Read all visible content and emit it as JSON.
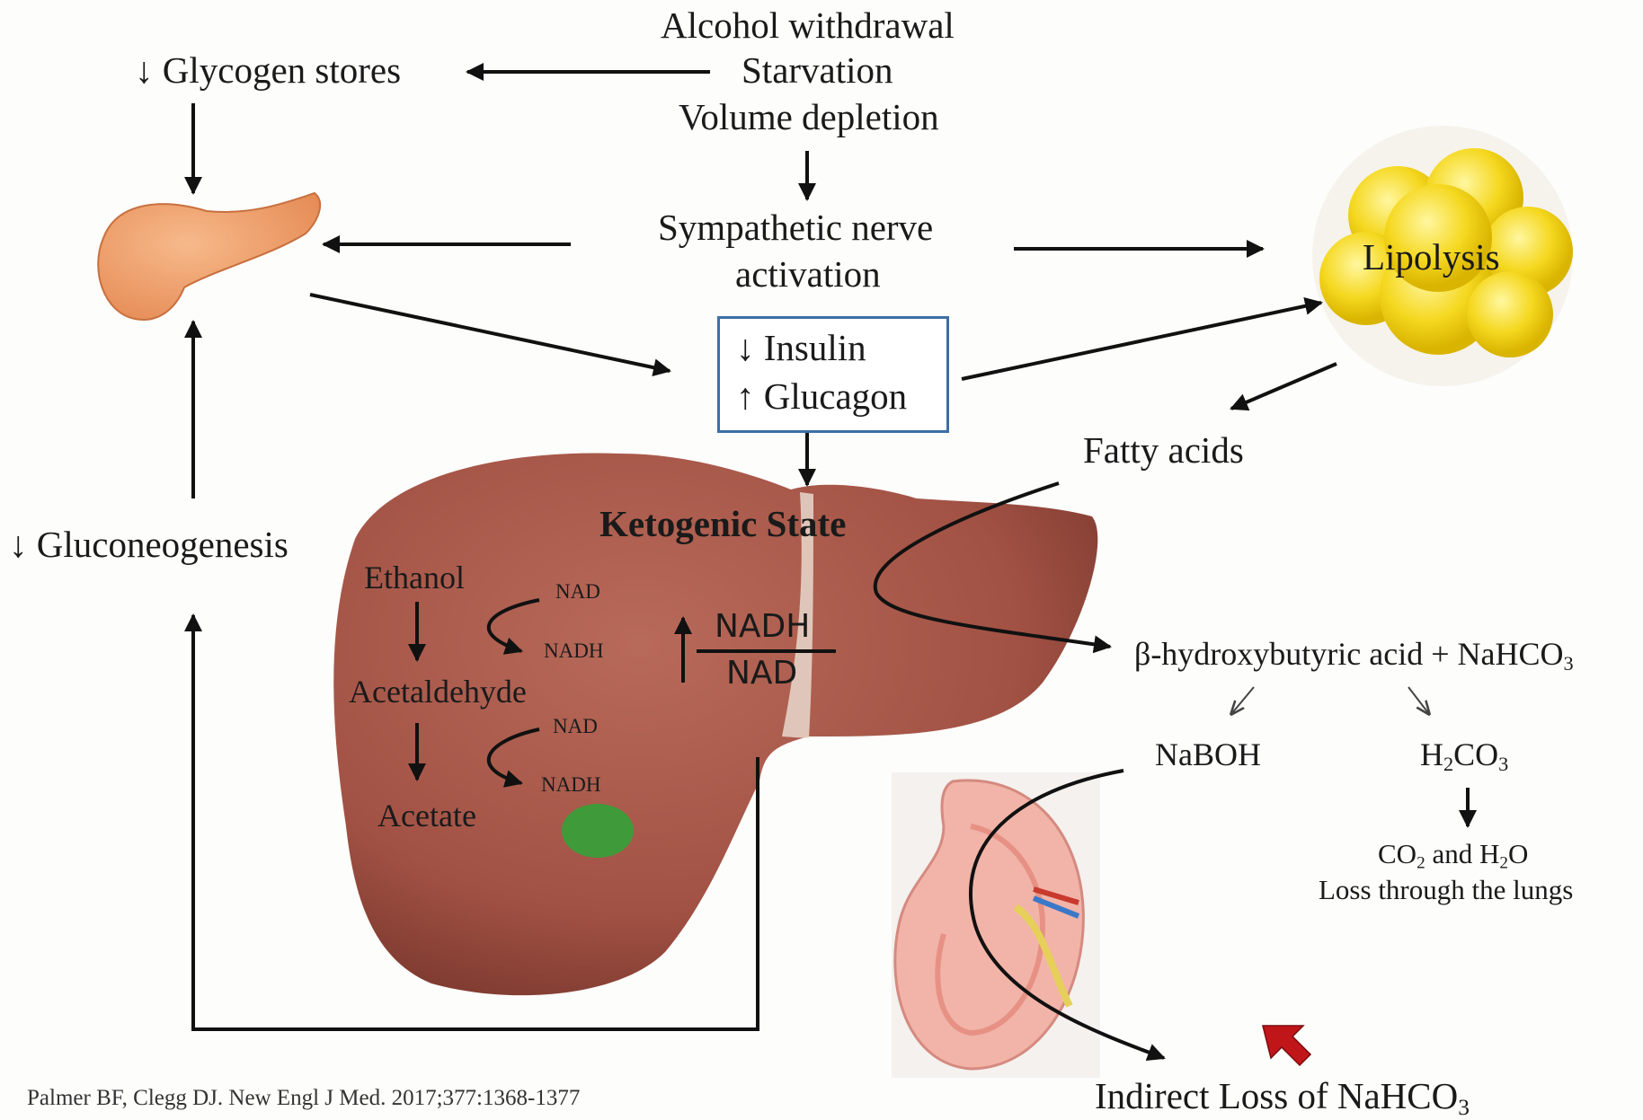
{
  "diagram": {
    "causes": [
      "Alcohol withdrawal",
      "Starvation",
      "Volume depletion"
    ],
    "glycogen": "↓ Glycogen stores",
    "sympathetic": [
      "Sympathetic nerve",
      "activation"
    ],
    "hormones": {
      "insulin": "↓ Insulin",
      "glucagon": "↑ Glucagon"
    },
    "lipolysis": "Lipolysis",
    "fatty_acids": "Fatty acids",
    "ketogenic_state": "Ketogenic State",
    "gluconeogenesis": "↓ Gluconeogenesis",
    "ethanol_pathway": {
      "ethanol": "Ethanol",
      "acetaldehyde": "Acetaldehyde",
      "acetate": "Acetate",
      "nad_1": "NAD",
      "nadh_1": "NADH",
      "nad_2": "NAD",
      "nadh_2": "NADH"
    },
    "ratio": {
      "up": "↑",
      "numerator": "NADH",
      "denominator": "NAD"
    },
    "reaction": {
      "lhs": "β-hydroxybutyric acid + NaHCO",
      "lhs_sub": "3"
    },
    "naboh": "NaBOH",
    "h2co3": {
      "h": "H",
      "h_sub": "2",
      "co": "CO",
      "co_sub": "3"
    },
    "co2_h2o": {
      "co": "CO",
      "co_sub": "2",
      "and_h": " and H",
      "h_sub": "2",
      "o": "O"
    },
    "lungs": "Loss through the lungs",
    "indirect_loss": {
      "text": "Indirect Loss of NaHCO",
      "sub": "3"
    },
    "citation": "Palmer BF, Clegg DJ. New Engl J Med. 2017;377:1368-1377"
  },
  "colors": {
    "liver": "#a8594a",
    "pancreas": "#f0a070",
    "fat": "#f7dd2a",
    "gallbladder": "#3f9a3a",
    "box_border": "#3e6fa6",
    "pointer": "#c0161a"
  }
}
